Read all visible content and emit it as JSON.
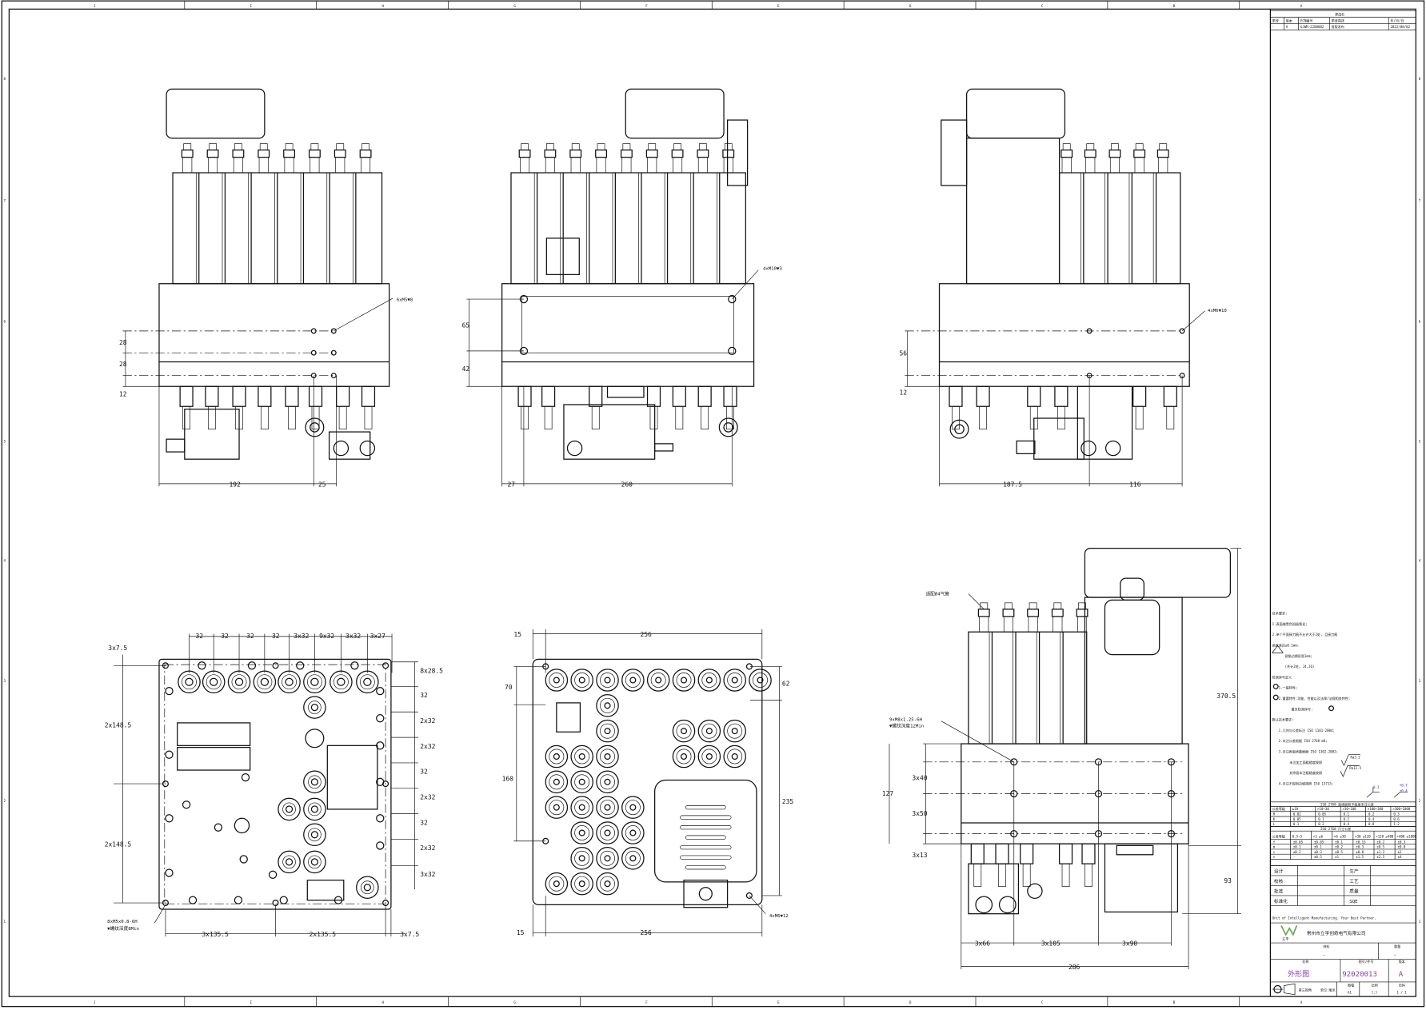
{
  "frame": {
    "zones_top": [
      "J",
      "I",
      "H",
      "G",
      "F",
      "E",
      "D",
      "C",
      "B",
      "A"
    ],
    "zones_side": [
      "8",
      "7",
      "6",
      "5",
      "4",
      "3",
      "2",
      "1"
    ]
  },
  "view_front_left": {
    "callout": "6xM5▼8",
    "dims": {
      "v1": "28",
      "v2": "28",
      "v3": "12",
      "h1": "192",
      "h2": "25"
    }
  },
  "view_front_mid": {
    "callout": "4xM10▼3",
    "dims": {
      "v1": "65",
      "v2": "42",
      "h1": "27",
      "h2": "260"
    }
  },
  "view_front_right": {
    "callout": "4xM6▼10",
    "dims": {
      "v1": "56",
      "v2": "12",
      "h1": "187.5",
      "h2": "116"
    }
  },
  "view_top": {
    "top_dims": [
      "32",
      "32",
      "32",
      "32",
      "3x32",
      "9x32",
      "3x32",
      "3x27"
    ],
    "left_dims": {
      "edge": "3x7.5",
      "upper": "2x148.5",
      "lower": "2x148.5"
    },
    "right_dims": [
      "8x28.5",
      "32",
      "2x32",
      "2x32",
      "32",
      "2x32",
      "32",
      "2x32",
      "3x32"
    ],
    "bottom_dims": [
      "3x135.5",
      "2x135.5",
      "3x7.5"
    ],
    "callout_line1": "8xM5x0.8-6H",
    "callout_line2": "▼螺纹深度8Min"
  },
  "view_bottom": {
    "top_dims": {
      "offset": "15",
      "width": "256"
    },
    "left_dims": {
      "a": "70",
      "b": "160"
    },
    "right_dims": {
      "a": "62",
      "b": "235"
    },
    "bottom_dims": {
      "offset": "15",
      "width": "256"
    },
    "callout": "4xM6▼12"
  },
  "view_side": {
    "callout_tube": "适配Ø4气管",
    "callout_thread1": "9xM8x1.25-6H",
    "callout_thread2": "▼螺纹深度12Min",
    "left_dims": {
      "a": "3x40",
      "b": "127",
      "c": "3x50",
      "d": "3x13"
    },
    "right_dims": {
      "height": "370.5",
      "lower": "93"
    },
    "bottom_dims": {
      "a": "3x66",
      "b": "3x105",
      "c": "3x90",
      "total": "286"
    }
  },
  "revision": {
    "title": "更改栏",
    "headers": [
      "更改",
      "版本",
      "ECN编号",
      "更改描述",
      "年/月/日"
    ],
    "row": [
      "-",
      "A",
      "GJWR-2208002",
      "首版发布",
      "2022/08/02"
    ]
  },
  "notes": {
    "lines": [
      "技术要求:",
      "1.表面做黑色阳极氧化;",
      "2.单个平面接刀痕不允许大于2处, 且接刀痕",
      "高度差应≤0.1mm;",
      "锐角边倒形距1mm;",
      "(共计2处, J4,J6)",
      "检测序号定义",
      "1.一般特性;",
      "2.重要特性:功能、性能以及法律/法规相关特性;",
      "最末检测序号:",
      "默认技术要求:",
      "1.几何与公差标注 ISO 1101-2004;",
      "2.未注公差根据 ISO 2768-mK;",
      "3.未注表面质量根据 ISO 1302-2002;",
      "未注加工面粗糙度按照",
      "其余面未注粗糙度按照",
      "4.未注不规则边缘按照 ISO 13715;"
    ],
    "roughness1": "Ra3.2",
    "roughness2": "Ra12.5",
    "edge_tol": [
      "-0.3",
      "+0.7",
      "+0.4"
    ]
  },
  "tables": {
    "flatness": {
      "title": "ISO 2768 直线度和平面度未注公差",
      "headers": [
        "公差等级",
        "≤10",
        ">10~30",
        ">30~100",
        ">100~300",
        ">300~1000"
      ],
      "rows": [
        [
          "H",
          "0.02",
          "0.05",
          "0.1",
          "0.2",
          "0.3"
        ],
        [
          "K",
          "0.05",
          "0.1",
          "0.2",
          "0.4",
          "0.6"
        ],
        [
          "L",
          "0.1",
          "0.2",
          "0.4",
          "0.8",
          "1.2"
        ]
      ]
    },
    "linear": {
      "title": "ISO 2768 尺寸公差",
      "headers": [
        "公差等级",
        "0.5~3",
        ">3 ≤6",
        ">6 ≤30",
        ">30 ≤120",
        ">120 ≤400",
        ">400 ≤1000"
      ],
      "rows": [
        [
          "f",
          "±0.05",
          "±0.05",
          "±0.1",
          "±0.15",
          "±0.2",
          "±0.3"
        ],
        [
          "m",
          "±0.1",
          "±0.1",
          "±0.2",
          "±0.3",
          "±0.5",
          "±0.8"
        ],
        [
          "c",
          "±0.2",
          "±0.3",
          "±0.5",
          "±0.8",
          "±1.2",
          "±2"
        ],
        [
          "v",
          "-",
          "±0.5",
          "±1",
          "±1.5",
          "±2.5",
          "±4"
        ]
      ]
    }
  },
  "title_block": {
    "signoff": [
      [
        "设计",
        "生产"
      ],
      [
        "校核",
        "工艺"
      ],
      [
        "批准",
        "质量"
      ],
      [
        "标准化",
        "SQE"
      ]
    ],
    "slogan": "Unit of Intelligent Manufacturing. Your Best Partner.",
    "logo_text": "立孚",
    "company": "常州市立孚创奇电气有限公司",
    "material_label": "材料",
    "material_value": "—",
    "weight_label": "重量",
    "weight_value": "—",
    "name_label": "名称",
    "name_value": "外形图",
    "drawing_no_label": "图号/件号",
    "drawing_no_value": "92020013",
    "version_label": "版本",
    "version_value": "A",
    "projection": "第三视角",
    "unit": "单位:毫米",
    "size_label": "图幅",
    "size_value": "A1",
    "scale_label": "比例",
    "scale_value": "2:3",
    "page_label": "页码",
    "page_value": "1 / 1",
    "colors": {
      "accent": "#8a3ab9",
      "logo": "#6aa84f"
    }
  }
}
